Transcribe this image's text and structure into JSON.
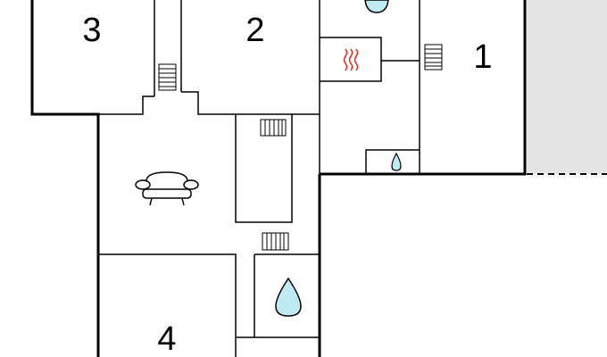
{
  "rooms": [
    {
      "label": "3"
    },
    {
      "label": "2"
    },
    {
      "label": "1"
    },
    {
      "label": "4"
    }
  ],
  "colors": {
    "wall": "#000000",
    "water": "#bfeaf3",
    "heater": "#e0261b",
    "terrace": "#e5e5e5",
    "background": "#ffffff"
  },
  "icons": [
    "water-drop-icon",
    "radiator-icon",
    "heater-icon",
    "sofa-icon"
  ]
}
